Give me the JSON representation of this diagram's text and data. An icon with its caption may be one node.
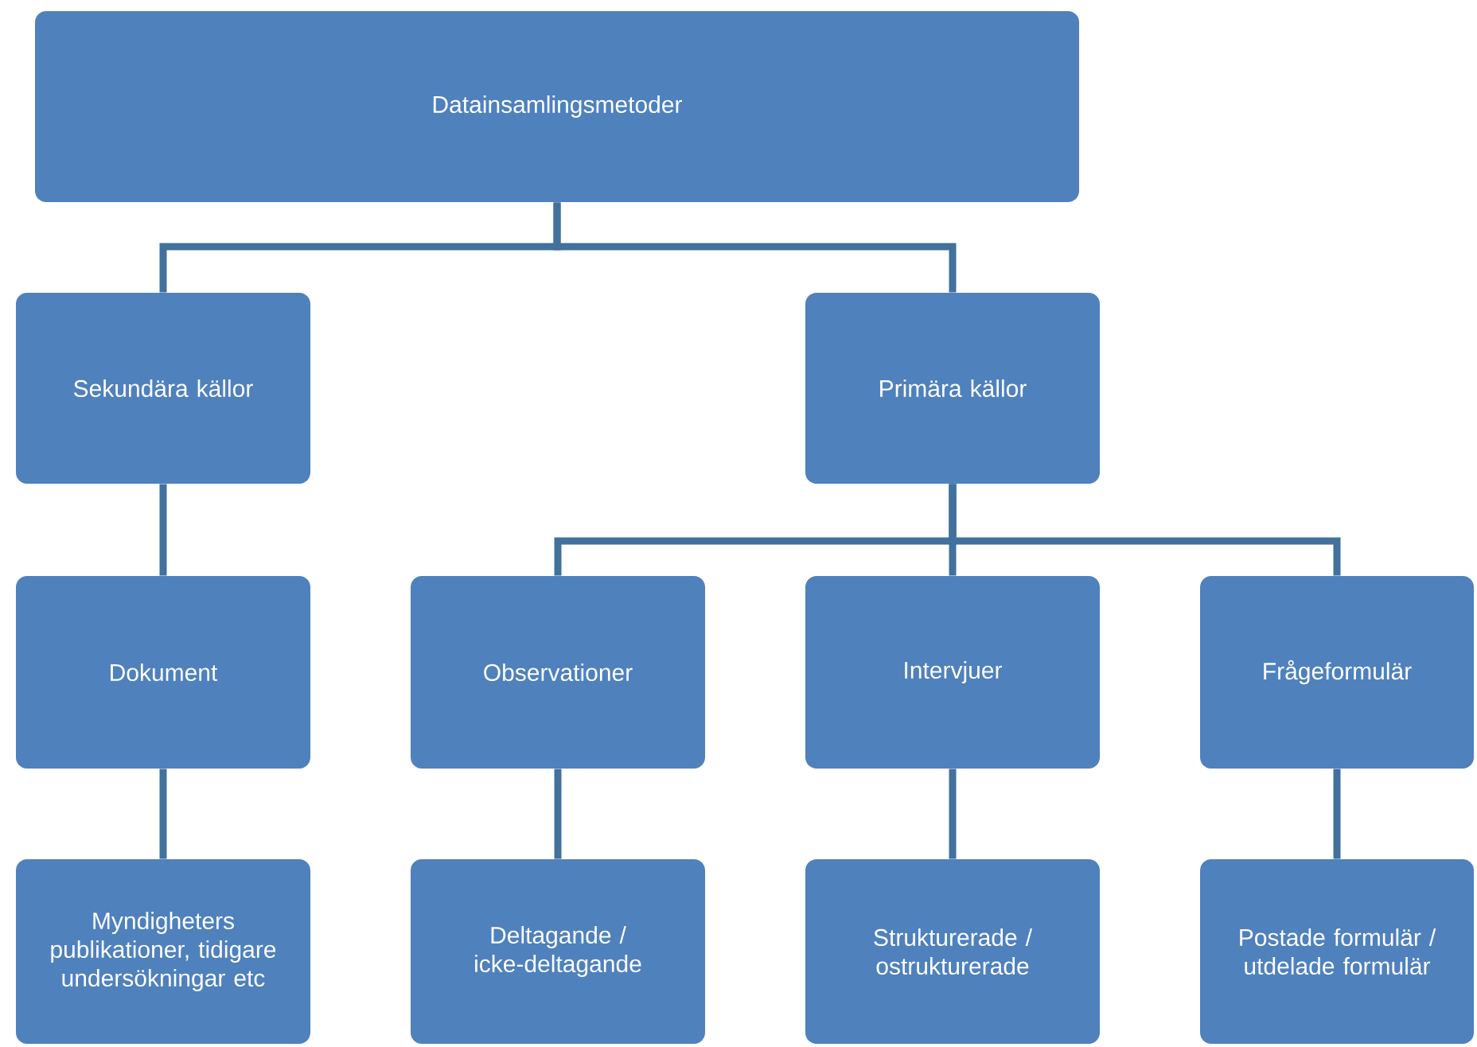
{
  "diagram": {
    "nodes": [
      {
        "text": [
          "Datainsamlingsmetoder"
        ]
      },
      {
        "text": [
          "Sekundära källor"
        ]
      },
      {
        "text": [
          "Primära källor"
        ]
      },
      {
        "text": [
          "Dokument"
        ]
      },
      {
        "text": [
          "Observationer"
        ]
      },
      {
        "text": [
          "Intervjuer"
        ]
      },
      {
        "text": [
          "Frågeformulär"
        ]
      },
      {
        "text": [
          "Myndigheters publikationer, tidigare undersökningar etc"
        ]
      },
      {
        "text": [
          "Deltagande / icke-deltagande"
        ]
      },
      {
        "text": [
          "Strukturerade / ostrukturerade"
        ]
      },
      {
        "text": [
          "Postade formulär / utdelade formulär"
        ]
      }
    ],
    "edges": [
      {
        "from": 0,
        "to": 1,
        "arrow": "none"
      },
      {
        "from": 0,
        "to": 2,
        "arrow": "none"
      },
      {
        "from": 1,
        "to": 3,
        "arrow": "none"
      },
      {
        "from": 2,
        "to": 4,
        "arrow": "none"
      },
      {
        "from": 2,
        "to": 5,
        "arrow": "none"
      },
      {
        "from": 2,
        "to": 6,
        "arrow": "none"
      },
      {
        "from": 3,
        "to": 7,
        "arrow": "none"
      },
      {
        "from": 4,
        "to": 8,
        "arrow": "none"
      },
      {
        "from": 5,
        "to": 9,
        "arrow": "none"
      },
      {
        "from": 6,
        "to": 10,
        "arrow": "none"
      }
    ]
  }
}
